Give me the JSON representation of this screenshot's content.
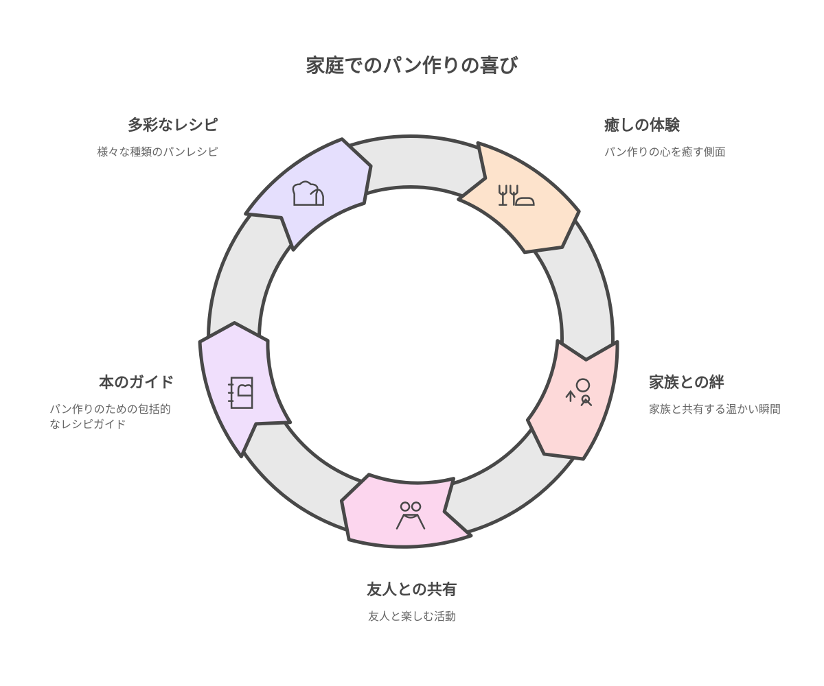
{
  "title": "家庭でのパン作りの喜び",
  "items": [
    {
      "title": "多彩なレシピ",
      "desc": "様々な種類のパンレシピ",
      "color": "#e5dffd",
      "icon": "chef-hat-icon"
    },
    {
      "title": "癒しの体験",
      "desc": "パン作りの心を癒す側面",
      "color": "#fde3cc",
      "icon": "wine-bread-icon"
    },
    {
      "title": "家族との絆",
      "desc": "家族と共有する温かい瞬間",
      "color": "#fdd9d9",
      "icon": "family-icon"
    },
    {
      "title": "友人との共有",
      "desc": "友人と楽しむ活動",
      "color": "#fcd6ee",
      "icon": "friends-hug-icon"
    },
    {
      "title": "本のガイド",
      "desc": "パン作りのための包括的なレシピガイド",
      "color": "#f0dffc",
      "icon": "recipe-book-icon"
    }
  ],
  "ring_color": "#e8e8e8",
  "stroke_color": "#484848"
}
